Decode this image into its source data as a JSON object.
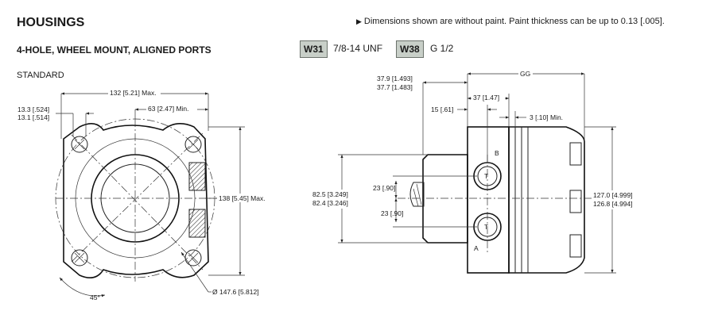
{
  "header": {
    "title": "HOUSINGS",
    "subtitle": "4-HOLE, WHEEL MOUNT, ALIGNED PORTS",
    "variant": "STANDARD",
    "note": "Dimensions shown are without paint. Paint thickness can be up to 0.13 [.005]."
  },
  "ports": [
    {
      "code": "W31",
      "thread": "7/8-14 UNF"
    },
    {
      "code": "W38",
      "thread": "G 1/2"
    }
  ],
  "front_view": {
    "dims": {
      "overall_width": "132 [5.21] Max.",
      "half_width": "63 [2.47] Min.",
      "hole_upper": "13.3 [.524]",
      "hole_lower": "13.1 [.514]",
      "height": "138 [5.45] Max.",
      "bolt_circle": "Ø 147.6 [5.812]",
      "angle": "45°"
    }
  },
  "side_view": {
    "dims": {
      "pilot_upper": "37.9 [1.493]",
      "pilot_lower": "37.7 [1.483]",
      "gg": "GG",
      "flange_to_port": "37 [1.47]",
      "flange_thick": "15 [.61]",
      "gap": "3 [.10] Min.",
      "port_offset_top": "23 [.90]",
      "port_offset_bottom": "23 [.90]",
      "pilot_dia_upper": "82.5 [3.249]",
      "pilot_dia_lower": "82.4 [3.246]",
      "body_dia_upper": "127.0 [4.999]",
      "body_dia_lower": "126.8 [4.994]",
      "port_b": "B",
      "port_a": "A",
      "port_mark": "T"
    }
  }
}
